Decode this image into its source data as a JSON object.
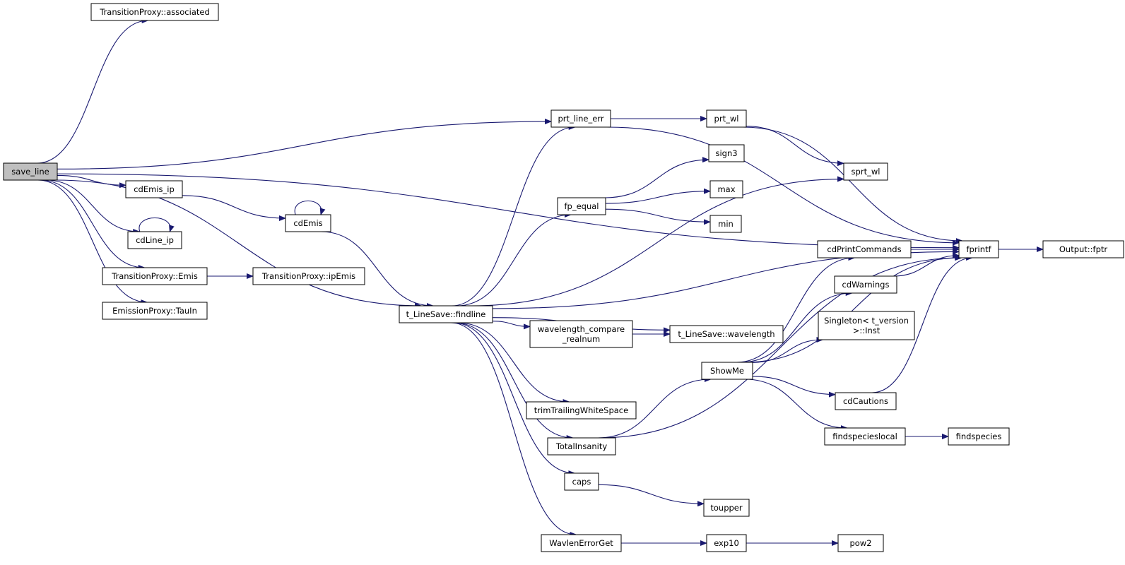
{
  "nodes": {
    "save_line": "save_line",
    "tp_associated": "TransitionProxy::associated",
    "cdemis_ip": "cdEmis_ip",
    "cdline_ip": "cdLine_ip",
    "tp_emis": "TransitionProxy::Emis",
    "ep_tauin": "EmissionProxy::TauIn",
    "tp_ipemis": "TransitionProxy::ipEmis",
    "cdemis": "cdEmis",
    "findline": "t_LineSave::findline",
    "prt_line_err": "prt_line_err",
    "prt_wl": "prt_wl",
    "sign3": "sign3",
    "fp_equal": "fp_equal",
    "max": "max",
    "min": "min",
    "sprt_wl": "sprt_wl",
    "wavelength_compare": [
      "wavelength_compare",
      "_realnum"
    ],
    "t_wavelength": "t_LineSave::wavelength",
    "trim": "trimTrailingWhiteSpace",
    "totalinsanity": "TotalInsanity",
    "caps": "caps",
    "toupper": "toupper",
    "wavlenerrorget": "WavlenErrorGet",
    "exp10": "exp10",
    "pow2": "pow2",
    "showme": "ShowMe",
    "cdprintcommands": "cdPrintCommands",
    "cdwarnings": "cdWarnings",
    "singleton": [
      "Singleton< t_version",
      ">::Inst"
    ],
    "cdcautions": "cdCautions",
    "findspecieslocal": "findspecieslocal",
    "findspecies": "findspecies",
    "fprintf": "fprintf",
    "output_fptr": "Output::fptr"
  },
  "edges": [
    [
      "save_line",
      "tp_associated"
    ],
    [
      "save_line",
      "fprintf"
    ],
    [
      "save_line",
      "prt_line_err"
    ],
    [
      "save_line",
      "findline"
    ],
    [
      "save_line",
      "cdemis_ip"
    ],
    [
      "save_line",
      "cdline_ip"
    ],
    [
      "save_line",
      "tp_emis"
    ],
    [
      "save_line",
      "ep_tauin"
    ],
    [
      "cdemis_ip",
      "cdemis"
    ],
    [
      "cdline_ip",
      "cdline_ip"
    ],
    [
      "cdemis",
      "cdemis"
    ],
    [
      "cdemis",
      "findline"
    ],
    [
      "tp_emis",
      "tp_ipemis"
    ],
    [
      "findline",
      "prt_line_err"
    ],
    [
      "findline",
      "fp_equal"
    ],
    [
      "findline",
      "sprt_wl"
    ],
    [
      "findline",
      "fprintf"
    ],
    [
      "findline",
      "wavelength_compare"
    ],
    [
      "findline",
      "t_wavelength"
    ],
    [
      "findline",
      "trim"
    ],
    [
      "findline",
      "totalinsanity"
    ],
    [
      "findline",
      "caps"
    ],
    [
      "findline",
      "wavlenerrorget"
    ],
    [
      "prt_line_err",
      "prt_wl"
    ],
    [
      "prt_line_err",
      "fprintf"
    ],
    [
      "prt_wl",
      "sprt_wl"
    ],
    [
      "prt_wl",
      "fprintf"
    ],
    [
      "fp_equal",
      "sign3"
    ],
    [
      "fp_equal",
      "max"
    ],
    [
      "fp_equal",
      "min"
    ],
    [
      "wavelength_compare",
      "t_wavelength"
    ],
    [
      "totalinsanity",
      "showme"
    ],
    [
      "totalinsanity",
      "fprintf"
    ],
    [
      "caps",
      "toupper"
    ],
    [
      "wavlenerrorget",
      "exp10"
    ],
    [
      "exp10",
      "pow2"
    ],
    [
      "showme",
      "cdprintcommands"
    ],
    [
      "showme",
      "cdwarnings"
    ],
    [
      "showme",
      "singleton"
    ],
    [
      "showme",
      "fprintf"
    ],
    [
      "showme",
      "cdcautions"
    ],
    [
      "showme",
      "findspecieslocal"
    ],
    [
      "cdprintcommands",
      "fprintf"
    ],
    [
      "cdwarnings",
      "fprintf"
    ],
    [
      "cdcautions",
      "fprintf"
    ],
    [
      "findspecieslocal",
      "findspecies"
    ],
    [
      "fprintf",
      "output_fptr"
    ]
  ],
  "colors": {
    "edge": "#191970",
    "node_border": "#000000",
    "node_fill": "#ffffff",
    "root_fill": "#bfbfbf"
  }
}
